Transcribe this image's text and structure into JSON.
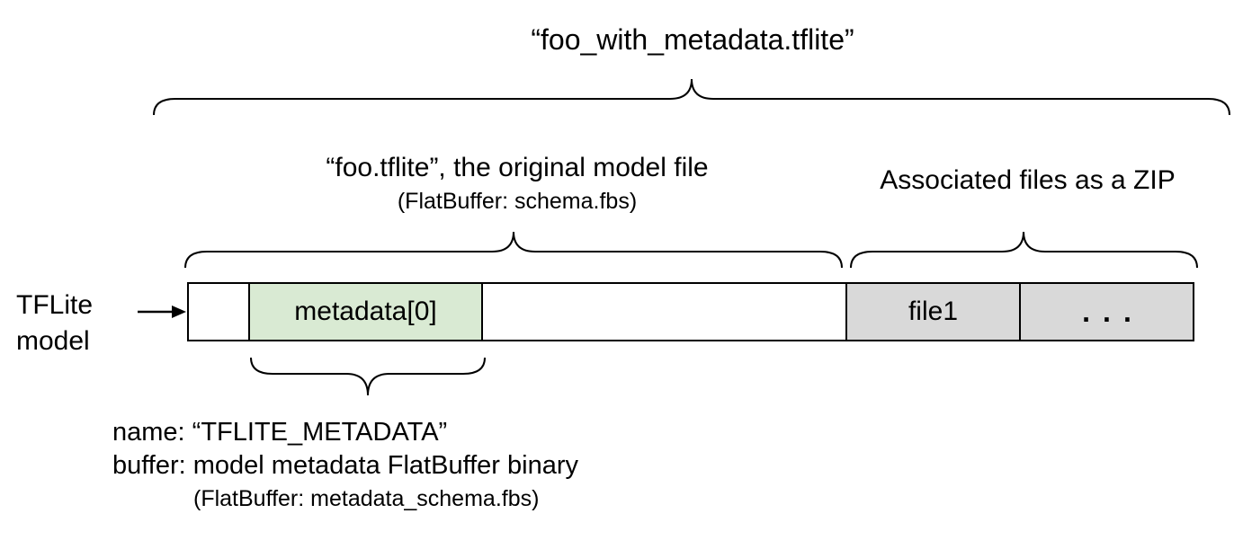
{
  "title": "“foo_with_metadata.tflite”",
  "model_section": {
    "heading": "“foo.tflite”, the original model file",
    "subheading": "(FlatBuffer: schema.fbs)"
  },
  "zip_section": {
    "heading": "Associated files as a ZIP"
  },
  "bar": {
    "label": "TFLite model",
    "segments": [
      {
        "name": "leading-space",
        "text": "",
        "fill": "#ffffff"
      },
      {
        "name": "metadata-0",
        "text": "metadata[0]",
        "fill": "#d9ead3"
      },
      {
        "name": "model-body",
        "text": "",
        "fill": "#ffffff"
      },
      {
        "name": "file1",
        "text": "file1",
        "fill": "#d9d9d9"
      },
      {
        "name": "more-files",
        "text": "...",
        "fill": "#d9d9d9"
      }
    ]
  },
  "metadata_note": {
    "name_line": "name: “TFLITE_METADATA”",
    "buffer_line": "buffer: model metadata FlatBuffer binary",
    "schema_line": "(FlatBuffer: metadata_schema.fbs)"
  },
  "colors": {
    "background": "#ffffff",
    "metadata_fill": "#d9ead3",
    "file_fill": "#d9d9d9",
    "line": "#000000"
  }
}
